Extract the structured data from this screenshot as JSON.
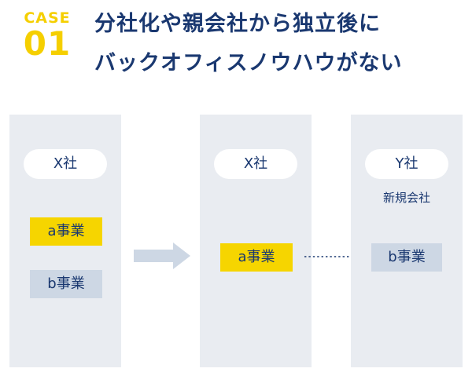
{
  "case": {
    "word": "CASE",
    "number": "01"
  },
  "title": {
    "line1": "分社化や親会社から独立後に",
    "line2": "バックオフィスノウハウがない"
  },
  "panels": {
    "before": {
      "company": "X社",
      "business_a": "a事業",
      "business_b": "b事業"
    },
    "after_x": {
      "company": "X社",
      "business_a": "a事業"
    },
    "after_y": {
      "company": "Y社",
      "note": "新規会社",
      "business_b": "b事業"
    }
  },
  "colors": {
    "accent_yellow": "#f6d500",
    "navy": "#1a3870",
    "panel_bg": "#e9ecf1",
    "light_blue": "#cdd7e4"
  },
  "icons": {
    "transition_arrow": "right-block-arrow",
    "transfer_arrow": "dotted-right-arrow"
  }
}
